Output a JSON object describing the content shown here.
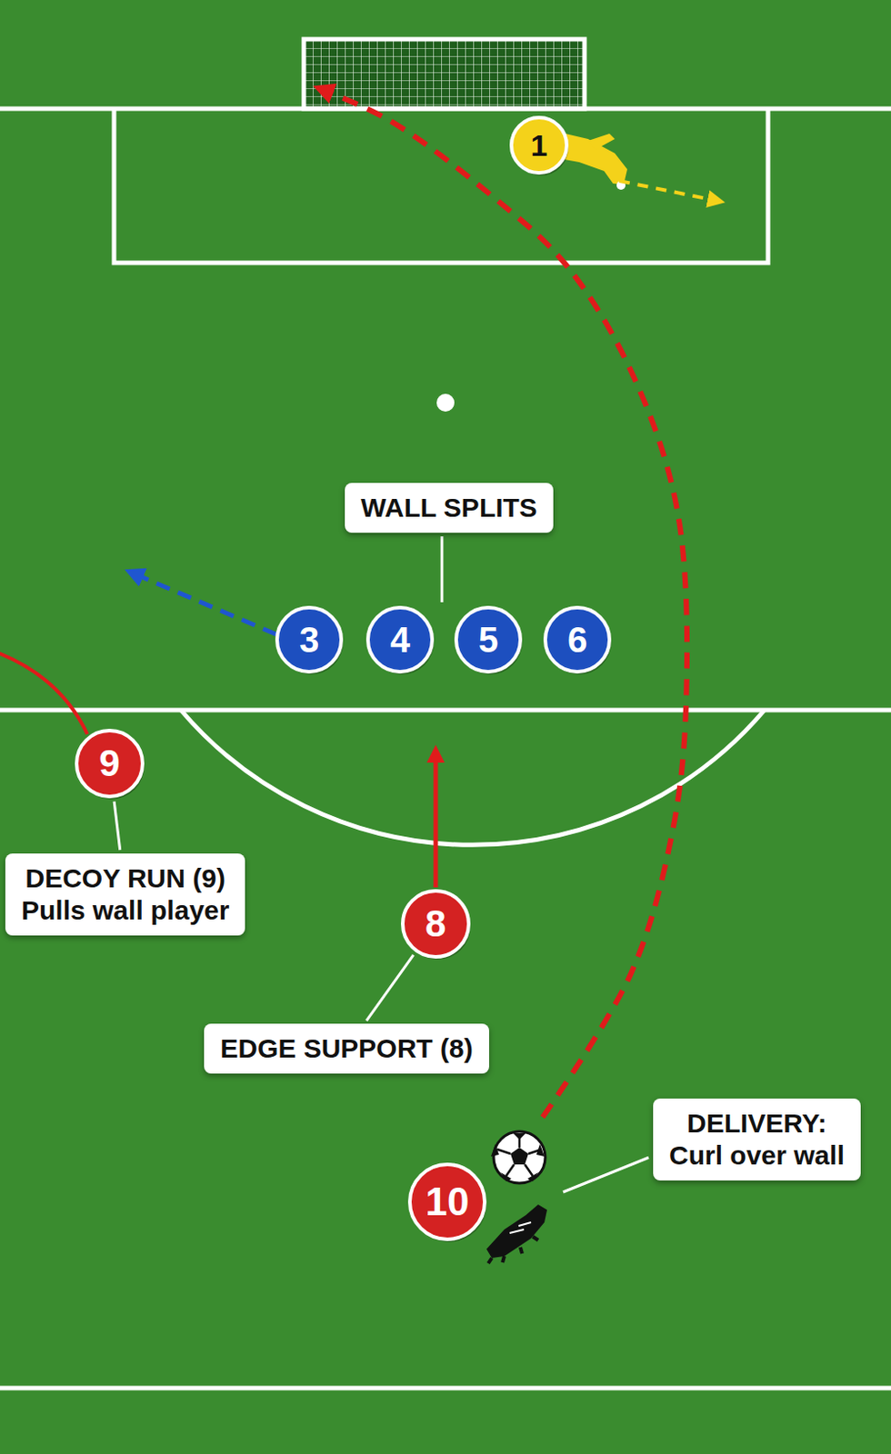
{
  "diagram": {
    "nodes": [
      {
        "text": [
          "1"
        ]
      },
      {
        "text": [
          "WALL SPLITS"
        ]
      },
      {
        "text": [
          "3"
        ]
      },
      {
        "text": [
          "4"
        ]
      },
      {
        "text": [
          "5"
        ]
      },
      {
        "text": [
          "6"
        ]
      },
      {
        "text": [
          "9"
        ]
      },
      {
        "text": [
          "DECOY RUN (9)",
          "Pulls wall player"
        ]
      },
      {
        "text": [
          "8"
        ]
      },
      {
        "text": [
          "EDGE SUPPORT (8)"
        ]
      },
      {
        "text": [
          "10"
        ]
      },
      {
        "text": [
          "DELIVERY:",
          "Curl over wall"
        ]
      }
    ],
    "edges": [
      {
        "from": 7,
        "to": 6,
        "arrow": "none"
      },
      {
        "from": 9,
        "to": 8,
        "arrow": "none"
      }
    ]
  }
}
